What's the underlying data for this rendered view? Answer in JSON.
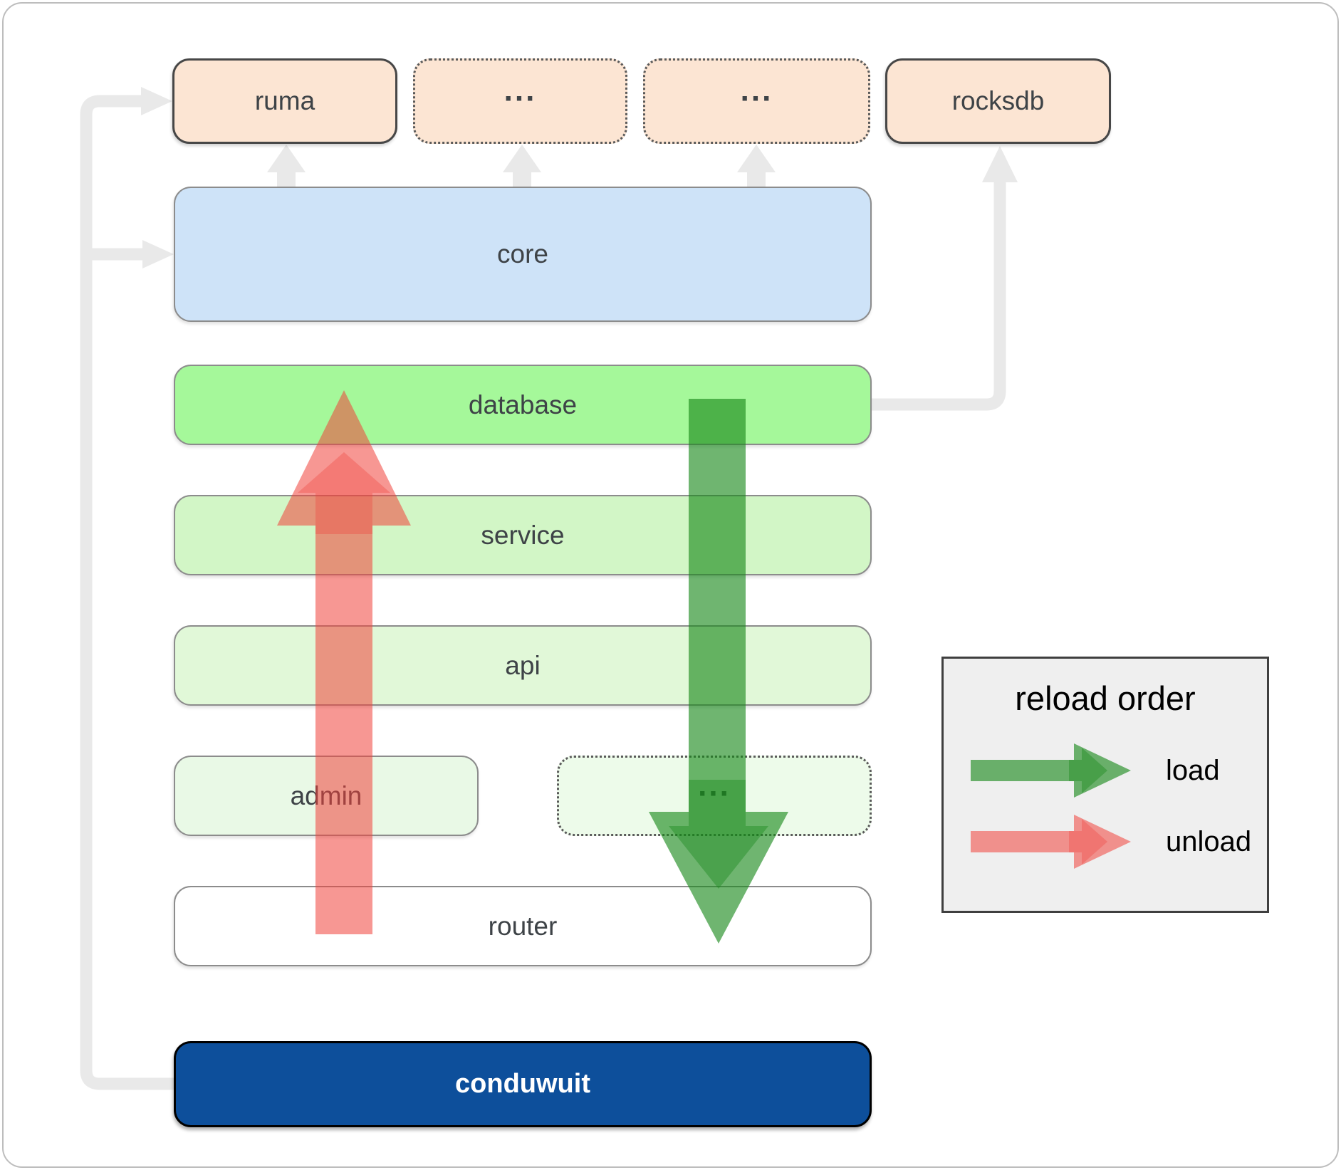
{
  "diagram": {
    "nodes": {
      "ruma": {
        "label": "ruma"
      },
      "ellipsis1": {
        "label": "..."
      },
      "ellipsis2": {
        "label": "..."
      },
      "rocksdb": {
        "label": "rocksdb"
      },
      "core": {
        "label": "core"
      },
      "database": {
        "label": "database"
      },
      "service": {
        "label": "service"
      },
      "api": {
        "label": "api"
      },
      "admin": {
        "label": "admin"
      },
      "ellipsis3": {
        "label": "..."
      },
      "router": {
        "label": "router"
      },
      "conduwuit": {
        "label": "conduwuit"
      }
    },
    "legend": {
      "title": "reload order",
      "load_label": "load",
      "unload_label": "unload"
    },
    "colors": {
      "load_arrow": "#178819",
      "unload_arrow": "#f0413b",
      "connector": "#e9e9e9",
      "peach_fill": "#fce5d3",
      "core_fill": "#cee3f8",
      "database_fill": "#a5f89a",
      "service_fill": "#d2f6c6",
      "api_fill": "#e1f8d8",
      "admin_fill": "#e9f9e6",
      "ellipsis_fill": "#edfbea",
      "router_fill": "#ffffff",
      "conduwuit_fill": "#0d4f9b",
      "legend_bg": "#efefef"
    }
  }
}
